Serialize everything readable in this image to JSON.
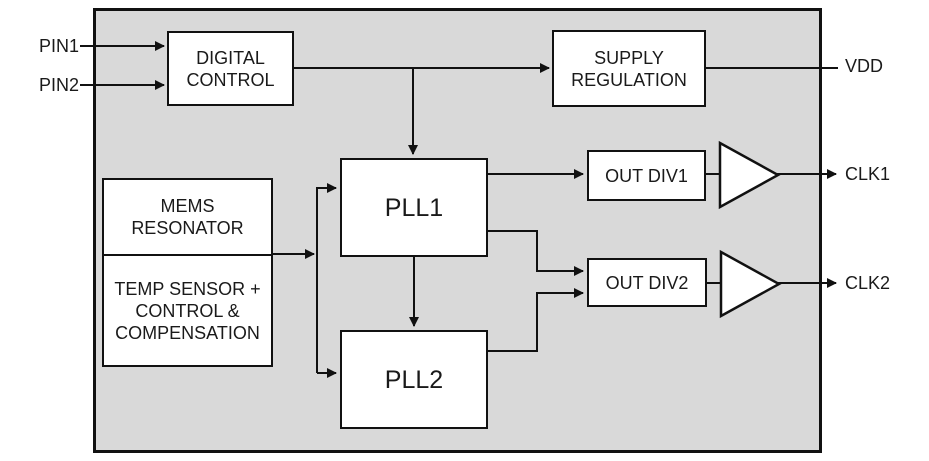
{
  "chip": {
    "blocks": {
      "digital_control": {
        "line1": "DIGITAL",
        "line2": "CONTROL"
      },
      "supply_regulation": {
        "line1": "SUPPLY",
        "line2": "REGULATION"
      },
      "mems_resonator": {
        "line1": "MEMS",
        "line2": "RESONATOR"
      },
      "temp_comp": {
        "line1": "TEMP SENSOR +",
        "line2": "CONTROL &",
        "line3": "COMPENSATION"
      },
      "pll1": {
        "label": "PLL1"
      },
      "pll2": {
        "label": "PLL2"
      },
      "out_div1": {
        "label": "OUT DIV1"
      },
      "out_div2": {
        "label": "OUT DIV2"
      }
    },
    "pins": {
      "pin1": "PIN1",
      "pin2": "PIN2",
      "vdd": "VDD",
      "clk1": "CLK1",
      "clk2": "CLK2"
    },
    "icons": {
      "clk1_buffer": "right-pointing-triangle",
      "clk2_buffer": "right-pointing-triangle",
      "arrowhead": "filled-right-arrow"
    },
    "colors": {
      "chip_fill": "#d9d9d9",
      "block_fill": "#ffffff",
      "wire": "#111111",
      "text": "#1a1a1a"
    }
  }
}
